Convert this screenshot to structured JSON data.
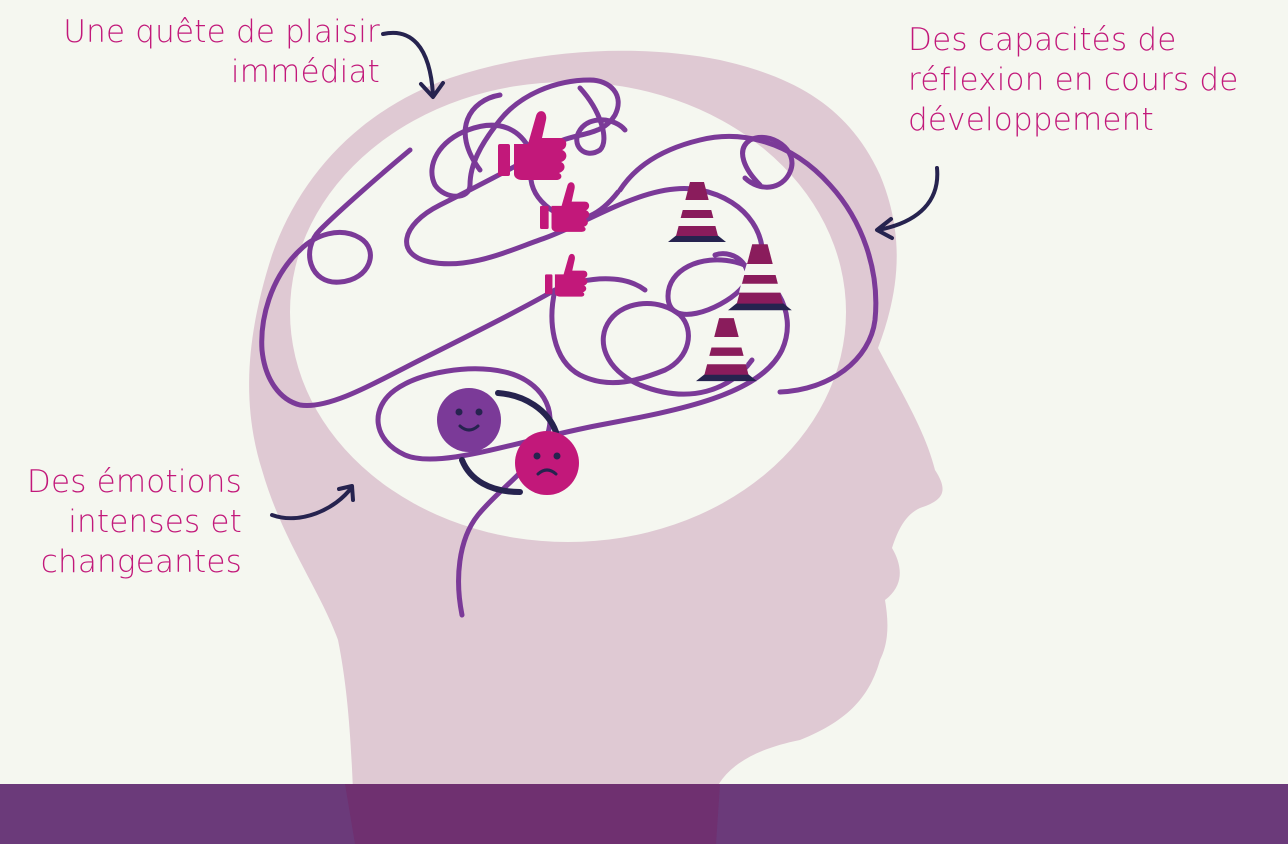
{
  "labels": {
    "pleasure": "Une quête de plaisir\nimmédiat",
    "reflection": "Des capacités de\nréflexion en cours de\ndéveloppement",
    "emotions": "Des émotions\nintenses et\nchangeantes"
  },
  "colors": {
    "background": "#f5f7f0",
    "head": "#dfc9d3",
    "brain_area": "#f5f7f0",
    "path": "#7b3a98",
    "label_text": "#c2187a",
    "arrow": "#26234f",
    "bottom_band": "#6b3a7a",
    "thumb": "#c2187a",
    "cone": "#8a1c5c",
    "happy_face": "#7b3a98",
    "sad_face": "#c2187a"
  },
  "icons": {
    "thumbs": [
      "thumbs-up-icon",
      "thumbs-up-icon",
      "thumbs-up-icon"
    ],
    "cones": [
      "traffic-cone-icon",
      "traffic-cone-icon",
      "traffic-cone-icon"
    ],
    "faces": [
      "happy-face-icon",
      "sad-face-icon"
    ]
  }
}
